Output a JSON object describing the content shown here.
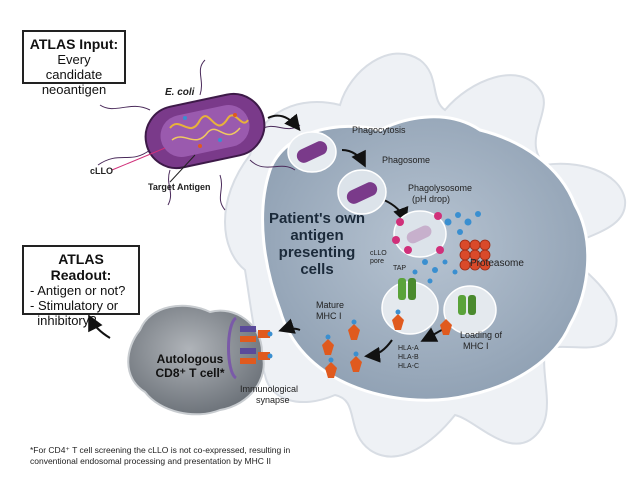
{
  "input_box": {
    "title": "ATLAS Input:",
    "lines": [
      "Every candidate",
      "neoantigen"
    ]
  },
  "readout_box": {
    "title": "ATLAS Readout:",
    "lines": [
      "- Antigen or not?",
      "- Stimulatory or",
      "  inhibitory?"
    ]
  },
  "labels": {
    "ecoli": "E. coli",
    "cllo": "cLLO",
    "target_antigen": "Target Antigen",
    "phagocytosis": "Phagocytosis",
    "phagosome": "Phagosome",
    "phagolysosome": "Phagolysosome",
    "ph_drop": "(pH drop)",
    "cllo_pore_1": "cLLO",
    "cllo_pore_2": "pore",
    "proteasome": "Proteasome",
    "tap": "TAP",
    "mature_mhc_1": "Mature",
    "mhc_i": "MHC I",
    "loading_1": "Loading of",
    "loading_2": "MHC I",
    "hla_a": "HLA-A",
    "hla_b": "HLA-B",
    "hla_c": "HLA-C",
    "synapse_1": "Immunological",
    "synapse_2": "synapse"
  },
  "apc_title": [
    "Patient's own",
    "antigen",
    "presenting cells"
  ],
  "tcell_title": [
    "Autologous",
    "CD8⁺ T cell*"
  ],
  "footnote": [
    "*For CD4⁺ T cell screening the cLLO is not co-expressed, resulting in",
    "conventional endosomal processing and presentation by MHC II"
  ],
  "colors": {
    "cell_fill": "#aab8c8",
    "cell_edge": "#e4e8ee",
    "vesicle": "#dce3ea",
    "bacterium": "#7a3a8a",
    "mhc": "#e05a1e",
    "tap": "#5aa33a",
    "proteasome": "#d94a2a",
    "peptide": "#3a8fd0",
    "tcell": "#8a8f96"
  },
  "icons": [
    "arrow-icon",
    "bacterium-icon",
    "mhc-icon",
    "tap-icon",
    "proteasome-icon",
    "tcr-icon"
  ]
}
